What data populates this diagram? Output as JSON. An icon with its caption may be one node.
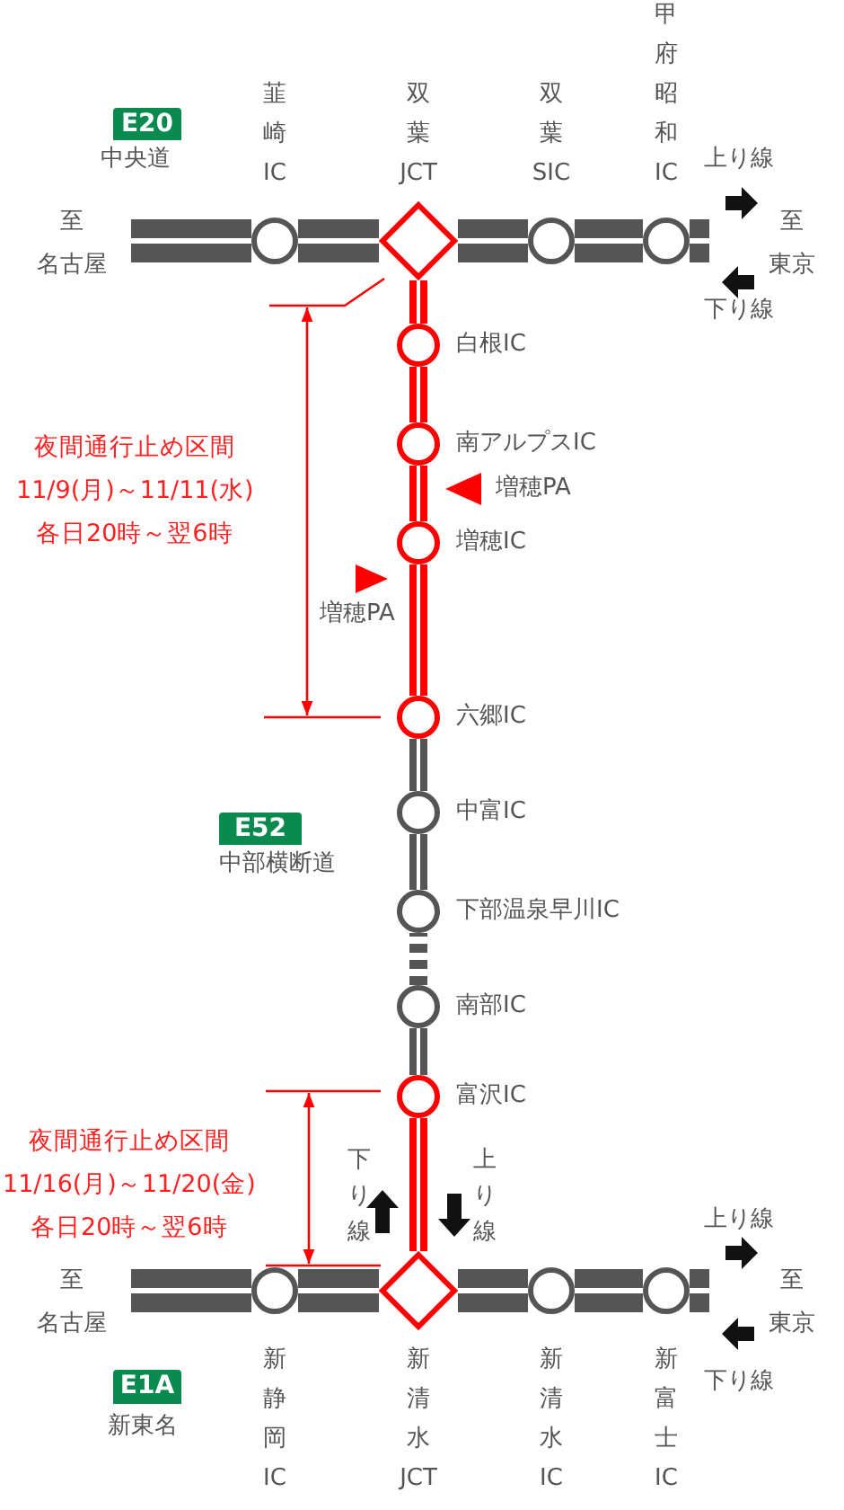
{
  "diagram": {
    "nodes": [
      {
        "text": [
          "E20"
        ],
        "beside": [
          "中央道"
        ]
      },
      {
        "text": [],
        "shape": "circle",
        "beside": [
          "韮崎IC"
        ]
      },
      {
        "text": [],
        "shape": "diamond",
        "beside": [
          "双葉JCT"
        ]
      },
      {
        "text": [],
        "shape": "circle",
        "beside": [
          "双葉SIC"
        ]
      },
      {
        "text": [],
        "shape": "circle",
        "beside": [
          "甲府昭和IC"
        ]
      },
      {
        "text": [],
        "shape": "circle",
        "beside": [
          "白根IC"
        ]
      },
      {
        "text": [],
        "shape": "circle",
        "beside": [
          "南アルプスIC"
        ]
      },
      {
        "text": [],
        "shape": "circle",
        "beside": [
          "増穂IC"
        ]
      },
      {
        "text": [],
        "shape": "circle",
        "beside": [
          "六郷IC"
        ]
      },
      {
        "text": [
          "E52"
        ],
        "beside": [
          "中部横断道"
        ]
      },
      {
        "text": [],
        "shape": "circle",
        "beside": [
          "中富IC"
        ]
      },
      {
        "text": [],
        "shape": "circle",
        "beside": [
          "下部温泉早川IC"
        ]
      },
      {
        "text": [],
        "shape": "circle",
        "beside": [
          "南部IC"
        ]
      },
      {
        "text": [],
        "shape": "circle",
        "beside": [
          "富沢IC"
        ]
      },
      {
        "text": [],
        "shape": "circle",
        "beside": [
          "新静岡IC"
        ]
      },
      {
        "text": [],
        "shape": "diamond",
        "beside": [
          "新清水JCT"
        ]
      },
      {
        "text": [],
        "shape": "circle",
        "beside": [
          "新清水IC"
        ]
      },
      {
        "text": [],
        "shape": "circle",
        "beside": [
          "新富士IC"
        ]
      },
      {
        "text": [
          "E1A"
        ],
        "beside": [
          "新東名"
        ]
      }
    ],
    "edges": [
      {
        "from": 1,
        "to": 2,
        "arrow": "none",
        "style": "thick"
      },
      {
        "from": 2,
        "to": 3,
        "arrow": "none",
        "style": "thick"
      },
      {
        "from": 3,
        "to": 4,
        "arrow": "none",
        "style": "thick"
      },
      {
        "from": 2,
        "to": 5,
        "arrow": "none",
        "color": "#ff0000"
      },
      {
        "from": 5,
        "to": 6,
        "arrow": "none",
        "color": "#ff0000"
      },
      {
        "from": 6,
        "to": 7,
        "arrow": "none",
        "color": "#ff0000"
      },
      {
        "from": 7,
        "to": 8,
        "arrow": "none",
        "color": "#ff0000"
      },
      {
        "from": 8,
        "to": 10,
        "arrow": "none"
      },
      {
        "from": 10,
        "to": 11,
        "arrow": "none"
      },
      {
        "from": 11,
        "to": 12,
        "arrow": "none",
        "style": "dashed"
      },
      {
        "from": 12,
        "to": 13,
        "arrow": "none"
      },
      {
        "from": 13,
        "to": 15,
        "arrow": "none",
        "color": "#ff0000"
      },
      {
        "from": 14,
        "to": 15,
        "arrow": "none",
        "style": "thick"
      },
      {
        "from": 15,
        "to": 16,
        "arrow": "none",
        "style": "thick"
      },
      {
        "from": 16,
        "to": 17,
        "arrow": "none",
        "style": "thick"
      }
    ],
    "labels": [
      "上り線",
      "至名古屋",
      "至東京",
      "下り線",
      "夜間通行止め区間",
      "11/9(月)～11/11(水)",
      "各日20時～翌6時",
      "増穂PA",
      "増穂PA",
      "夜間通行止め区間",
      "11/16(月)～11/20(金)",
      "各日20時～翌6時",
      "下り線",
      "上り線",
      "上り線",
      "至名古屋",
      "至東京",
      "下り線"
    ]
  }
}
